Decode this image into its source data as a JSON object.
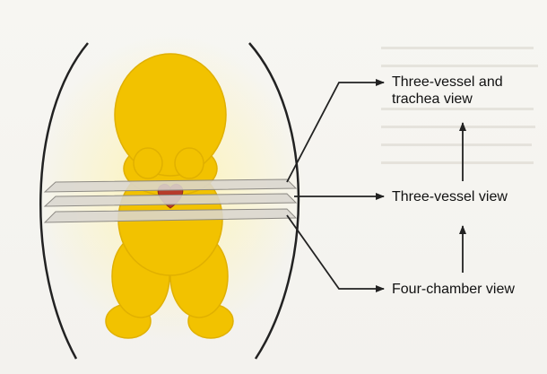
{
  "labels": {
    "three_vessel_trachea_line1": "Three-vessel and",
    "three_vessel_trachea_line2": "trachea view",
    "three_vessel": "Three-vessel view",
    "four_chamber": "Four-chamber view"
  },
  "colors": {
    "fetus_fill": "#f2c200",
    "fetus_outline": "#e0b000",
    "heart": "#b63a2a",
    "plane_fill": "#d9d6cf",
    "plane_stroke": "#8d8a84",
    "line": "#222222"
  }
}
